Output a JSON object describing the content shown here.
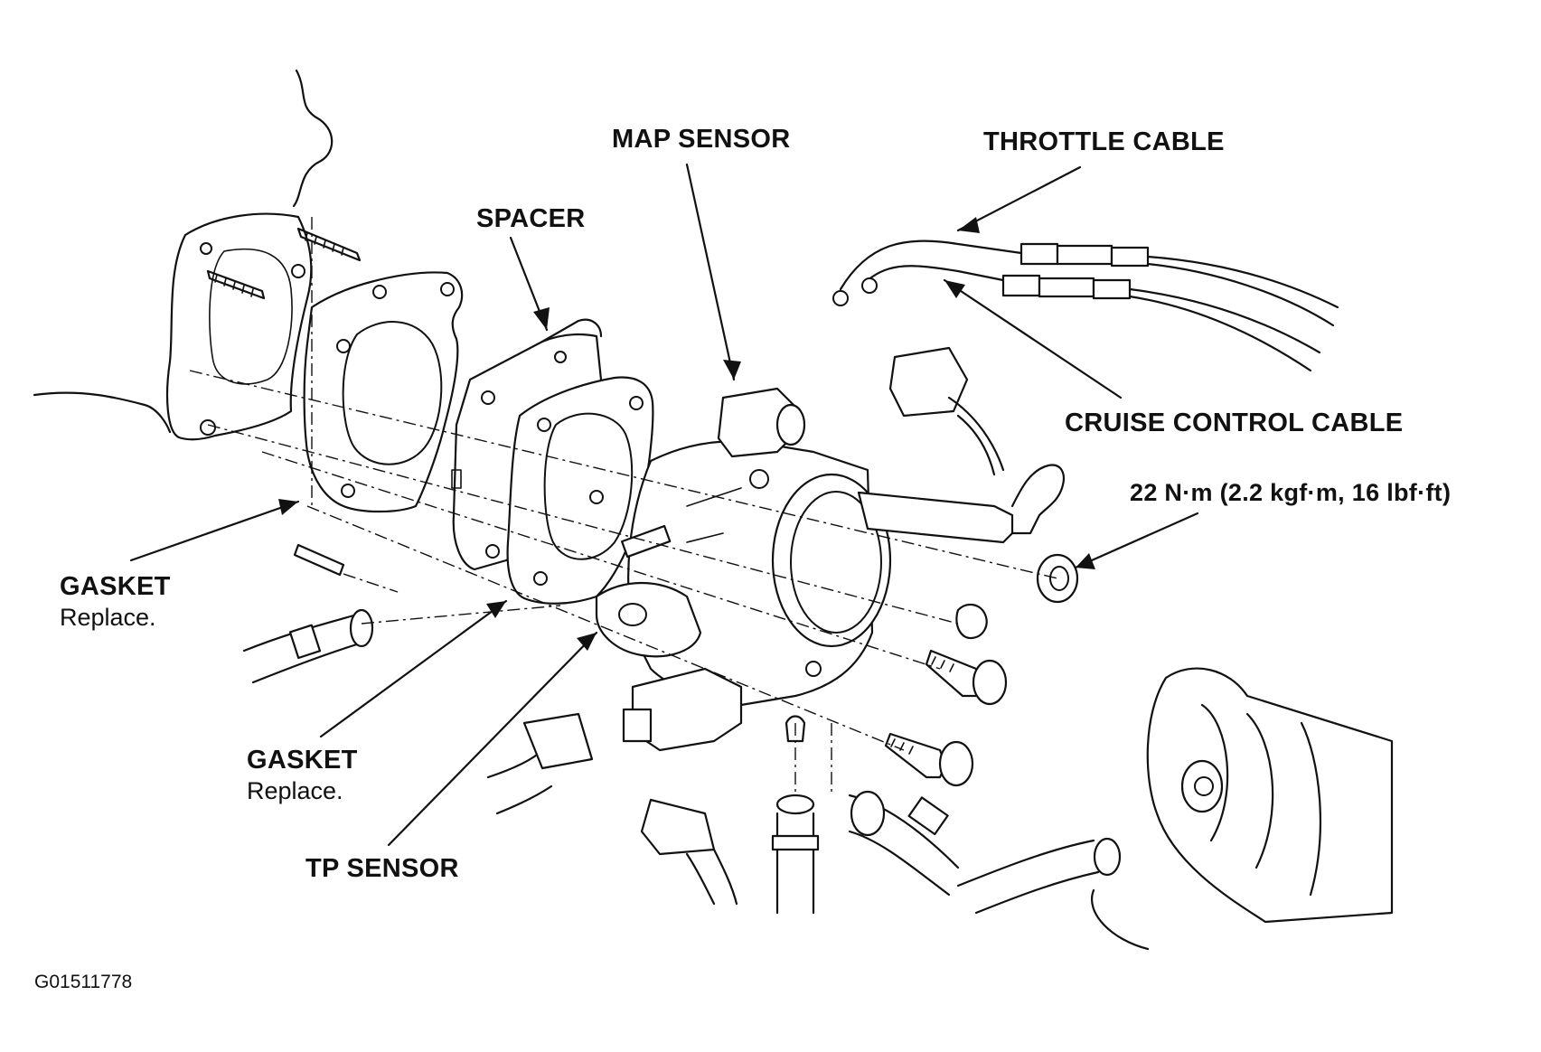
{
  "labels": {
    "map_sensor": "MAP SENSOR",
    "throttle_cable": "THROTTLE CABLE",
    "spacer": "SPACER",
    "cruise_control_cable": "CRUISE CONTROL CABLE",
    "torque_spec": "22 N·m (2.2 kgf·m, 16 lbf·ft)",
    "gasket_1_title": "GASKET",
    "gasket_1_note": "Replace.",
    "gasket_2_title": "GASKET",
    "gasket_2_note": "Replace.",
    "tp_sensor": "TP SENSOR"
  },
  "figure_code": "G01511778"
}
